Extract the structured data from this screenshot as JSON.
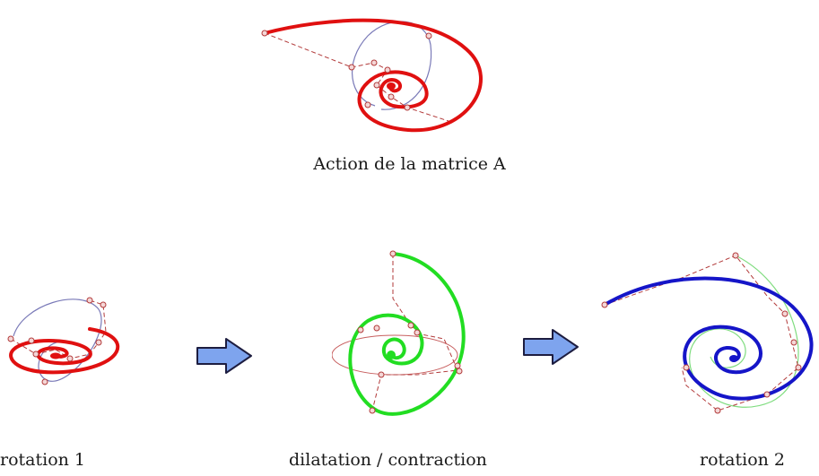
{
  "captions": {
    "top": "Action de la matrice A",
    "rotation1": "rotation 1",
    "dilatation": "dilatation / contraction",
    "rotation2": "rotation 2"
  },
  "colors": {
    "red": "#e01010",
    "green": "#22dd22",
    "blue": "#1515c8",
    "thin_blue": "#7a7ab8",
    "thin_red": "#c86060",
    "thin_green": "#7fdc7f",
    "dashed": "#b23a3a",
    "arrow_fill": "#7ea4ee",
    "arrow_stroke": "#1d1d40"
  },
  "icons": {
    "arrow": "right-arrow-icon"
  }
}
